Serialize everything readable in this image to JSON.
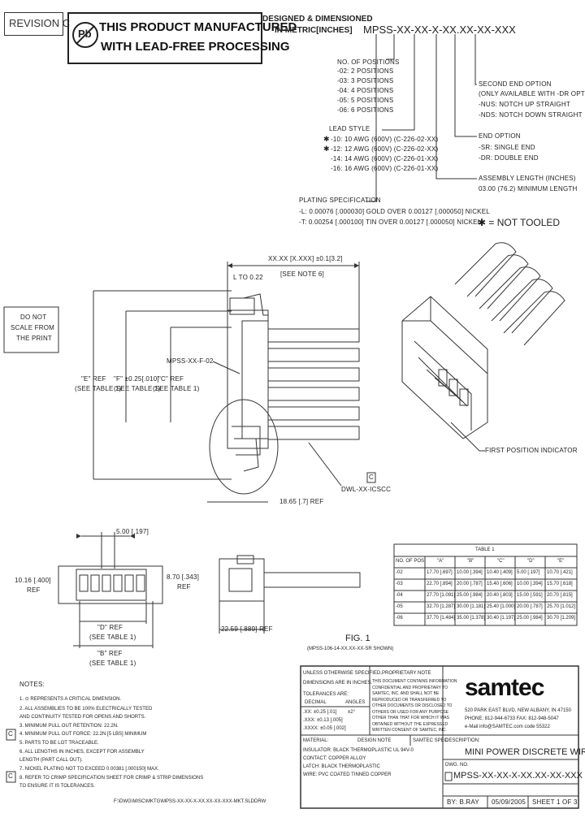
{
  "header": {
    "revision": "REVISION C",
    "pb_logo": "Pb",
    "lead_free_line1": "THIS PRODUCT MANUFACTURED",
    "lead_free_line2": "WITH LEAD-FREE PROCESSING",
    "designed_line1": "DESIGNED & DIMENSIONED",
    "designed_line2": "IN METRIC[INCHES]",
    "part_number": "MPSS-XX-XX-X-XX.XX-XX-XXX"
  },
  "options": {
    "positions": {
      "title": "NO. OF POSITIONS",
      "items": [
        "-02: 2 POSITIONS",
        "-03: 3 POSITIONS",
        "-04: 4 POSITIONS",
        "-05: 5 POSITIONS",
        "-06: 6 POSITIONS"
      ]
    },
    "lead_style": {
      "title": "LEAD STYLE",
      "items": [
        "-10: 10 AWG (600V) (C-226-02-XX)",
        "-12: 12 AWG (600V) (C-226-02-XX)",
        "-14: 14 AWG (600V) (C-226-01-XX)",
        "-16: 16 AWG (600V) (C-226-01-XX)"
      ],
      "star_marks": [
        "✱",
        "✱"
      ]
    },
    "second_end": {
      "title": "SECOND END OPTION",
      "items": [
        "(ONLY AVAILABLE WITH -DR OPTION)",
        "-NUS: NOTCH UP STRAIGHT",
        "-NDS: NOTCH DOWN STRAIGHT"
      ]
    },
    "end_option": {
      "title": "END OPTION",
      "items": [
        "-SR: SINGLE END",
        "-DR: DOUBLE END"
      ]
    },
    "assembly_length": {
      "title": "ASSEMBLY LENGTH (INCHES)",
      "items": [
        "03.00 (76.2) MINIMUM LENGTH"
      ]
    },
    "plating": {
      "title": "PLATING SPECIFICATION",
      "items": [
        "-L: 0.00076 [.000030] GOLD OVER 0.00127 [.000050] NICKEL",
        "-T: 0.00254 [.000100] TIN OVER 0.00127 [.000050] NICKEL"
      ]
    },
    "not_tooled": "✱ = NOT TOOLED"
  },
  "drawing": {
    "do_not_scale": [
      "DO NOT",
      "SCALE FROM",
      "THE PRINT"
    ],
    "dim_length": "XX.XX [X.XXX] ±0.1[3.2]",
    "see_note": "[SEE NOTE 6]",
    "dim_ltd": "L TO 0.22",
    "callout_mpss": "MPSS-XX-F-02",
    "ref_e": "\"E\" REF",
    "ref_see_table_e": "(SEE TABLE 1)",
    "ref_f": "\"F\" ±0.25[.010]",
    "ref_see_table_f": "(SEE TABLE 1)",
    "ref_c": "\"C\" REF",
    "ref_see_table_c": "(SEE TABLE 1)",
    "dim_1865": "18.65 [.7] REF",
    "c_mark": "C",
    "dwl": "DWL-XX-ICSCC",
    "first_position": "FIRST POSITION INDICATOR",
    "dim_500": "5.00 [.197]",
    "dim_1016": "10.16 [.400]",
    "dim_1016_ref": "REF",
    "dim_870": "8.70 [.343]",
    "dim_870_ref": "REF",
    "ref_d": "\"D\" REF",
    "ref_d_table": "(SEE TABLE 1)",
    "ref_b": "\"B\" REF",
    "ref_b_table": "(SEE TABLE 1)",
    "dim_2259": "22.59 [.889] REF",
    "fig_title": "FIG. 1",
    "fig_sub": "(MPSS-106-14-XX.XX-XX-SR SHOWN)"
  },
  "table1": {
    "title": "TABLE 1",
    "headers": [
      "NO. OF POS",
      "\"A\"",
      "\"B\"",
      "\"C\"",
      "\"D\"",
      "\"E\""
    ],
    "rows": [
      [
        "-02",
        "17.70 [.697]",
        "10.00 [.394]",
        "10.40 [.409]",
        "5.00 [.197]",
        "10.70 [.421]"
      ],
      [
        "-03",
        "22.70 [.894]",
        "20.00 [.787]",
        "15.40 [.606]",
        "10.00 [.394]",
        "15.70 [.618]"
      ],
      [
        "-04",
        "27.70 [1.091]",
        "25.00 [.984]",
        "20.40 [.803]",
        "15.00 [.591]",
        "20.70 [.815]"
      ],
      [
        "-05",
        "32.70 [1.287]",
        "30.00 [1.181]",
        "25.40 [1.000]",
        "20.00 [.787]",
        "25.70 [1.012]"
      ],
      [
        "-06",
        "37.70 [1.484]",
        "35.00 [1.378]",
        "30.40 [1.197]",
        "25.00 [.984]",
        "30.70 [1.209]"
      ]
    ]
  },
  "notes": {
    "title": "NOTES:",
    "items": [
      "1. ⊙ REPRESENTS A CRITICAL DIMENSION.",
      "2. ALL ASSEMBLIES TO BE 100% ELECTRICALLY TESTED",
      "   AND CONTINUITY TESTED FOR OPENS AND SHORTS.",
      "3. MINIMUM PULL OUT RETENTION: 22.2N.",
      "4. MINIMUM PULL OUT FORCE: 22.2N [5 LBS] MINIMUM",
      "5. PARTS TO BE LOT TRACEABLE.",
      "6. ALL LENGTHS IN INCHES, EXCEPT FOR ASSEMBLY",
      "   LENGTH (PART CALL OUT).",
      "7. NICKEL PLATING NOT TO EXCEED 0.00381 [.000150] MAX.",
      "8. REFER TO CRIMP SPECIFICATION SHEET FOR CRIMP & STRIP DIMENSIONS",
      "   TO ENSURE IT IS TOLERANCES."
    ],
    "c_marks": [
      "C",
      "C"
    ]
  },
  "filepath": "F:\\DWG\\MISC\\MKTG\\MPSS-XX-XX-X-XX.XX-XX-XXX-MKT.SLDDRW",
  "title_block": {
    "unless": "UNLESS OTHERWISE SPECIFIED,",
    "dims_in": "DIMENSIONS ARE IN INCHES.",
    "tolerances": "TOLERANCES ARE:",
    "decimal": "DECIMAL",
    "angles": "ANGLES",
    "tol1": ".XX: ±0.25 [.01]",
    "tol2": ".XXX: ±0.13 [.005]",
    "tol3": ".XXXX: ±0.05 [.002]",
    "angle_tol": "±2°",
    "proprietary_title": "PROPRIETARY NOTE",
    "proprietary_text": [
      "THIS DOCUMENT CONTAINS INFORMATION",
      "CONFIDENTIAL AND PROPRIETARY TO",
      "SAMTEC, INC. AND SHALL NOT BE",
      "REPRODUCED OR TRANSFERRED TO",
      "OTHER DOCUMENTS OR DISCLOSED TO",
      "OTHERS OR USED FOR ANY PURPOSE",
      "OTHER THAN THAT FOR WHICH IT WAS",
      "OBTAINED WITHOUT THE EXPRESSED",
      "WRITTEN CONSENT OF SAMTEC, INC."
    ],
    "logo": "samtec",
    "address": [
      "520 PARK EAST BLVD, NEW ALBANY, IN 47150",
      "PHONE: 812-944-6733   FAX: 812-948-5047",
      "e-Mail info@SAMTEC.com   code 55322"
    ],
    "material_label": "MATERIAL:",
    "material_items": [
      "INSULATOR: BLACK THERMOPLASTIC UL 94V-0",
      "CONTACT: COPPER ALLOY",
      "LATCH: BLACK THERMOPLASTIC",
      "WIRE: PVC COATED TINNED COPPER"
    ],
    "spec_col": "DESIGN NOTE",
    "spec_col2": "SAMTEC SPEC",
    "description_label": "DESCRIPTION:",
    "description": "MINI POWER DISCRETE WIRE",
    "dwg_label": "DWG. NO.",
    "dwg_no": "MPSS-XX-XX-X-XX.XX-XX-XXX",
    "by": "BY: B.RAY",
    "date": "05/09/2005",
    "sheet": "SHEET 1 OF 3"
  }
}
